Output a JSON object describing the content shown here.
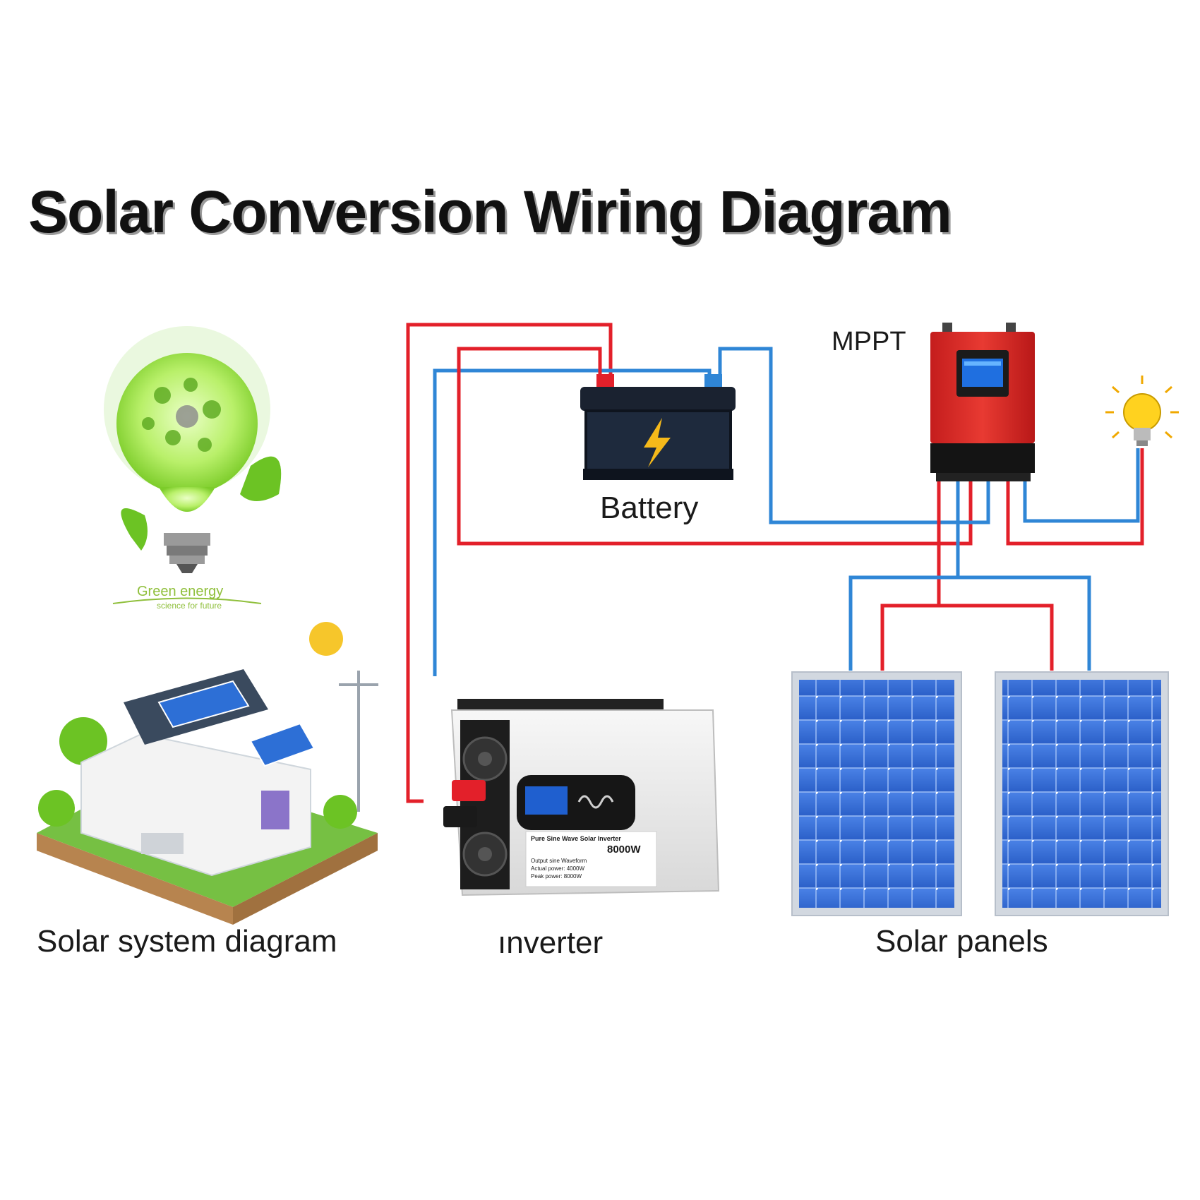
{
  "title": "Solar Conversion Wiring Diagram",
  "labels": {
    "battery": "Battery",
    "mppt": "MPPT",
    "solar_system": "Solar system diagram",
    "inverter": "ınverter",
    "solar_panels": "Solar panels",
    "green_energy": "Green energy",
    "green_energy_sub": "science for future"
  },
  "inverter_device": {
    "model_line": "Pure Sine Wave Solar Inverter",
    "power": "8000W",
    "spec_1": "Output sine Waveform",
    "spec_2": "Actual power: 4000W",
    "spec_3": "Peak power: 8000W"
  },
  "wire_colors": {
    "positive": "#e3202a",
    "negative": "#2f86d6"
  }
}
